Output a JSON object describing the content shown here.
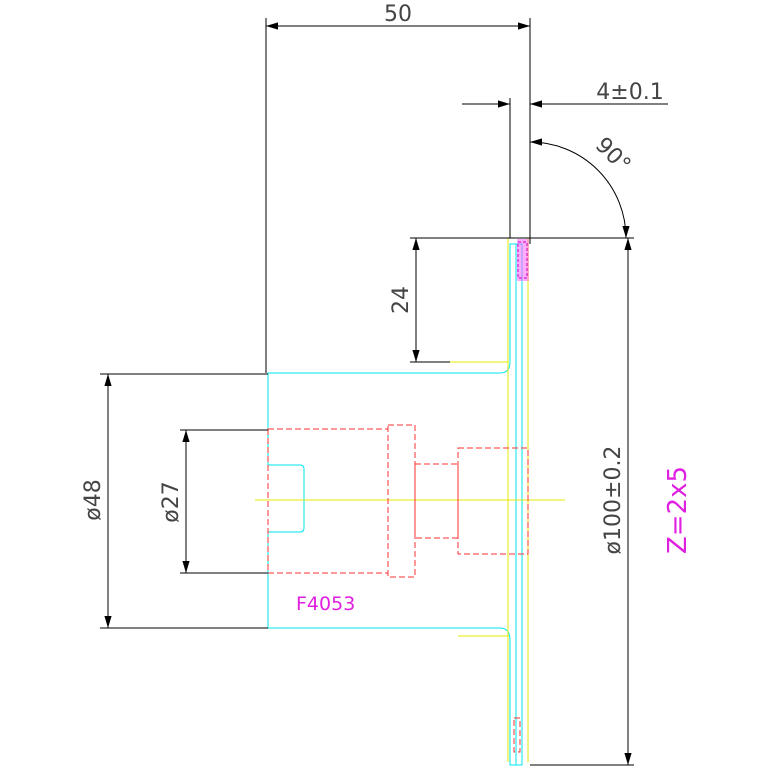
{
  "dimensions": {
    "length_top": "50",
    "flange_thickness": "4±0.1",
    "angle": "90°",
    "step_height": "24",
    "hub_diameter": "ø48",
    "bore_diameter": "ø27",
    "outer_diameter": "ø100±0.2"
  },
  "labels": {
    "part_code": "F4053",
    "teeth_spec": "Z=2x5"
  },
  "colors": {
    "background": "#ffffff",
    "dimension_lines": "#000000",
    "profile_outline": "#00ffff",
    "hidden_lines": "#ff0000",
    "center_line": "#ffff00",
    "annotation": "#ff00ff",
    "dim_text": "#444444"
  }
}
